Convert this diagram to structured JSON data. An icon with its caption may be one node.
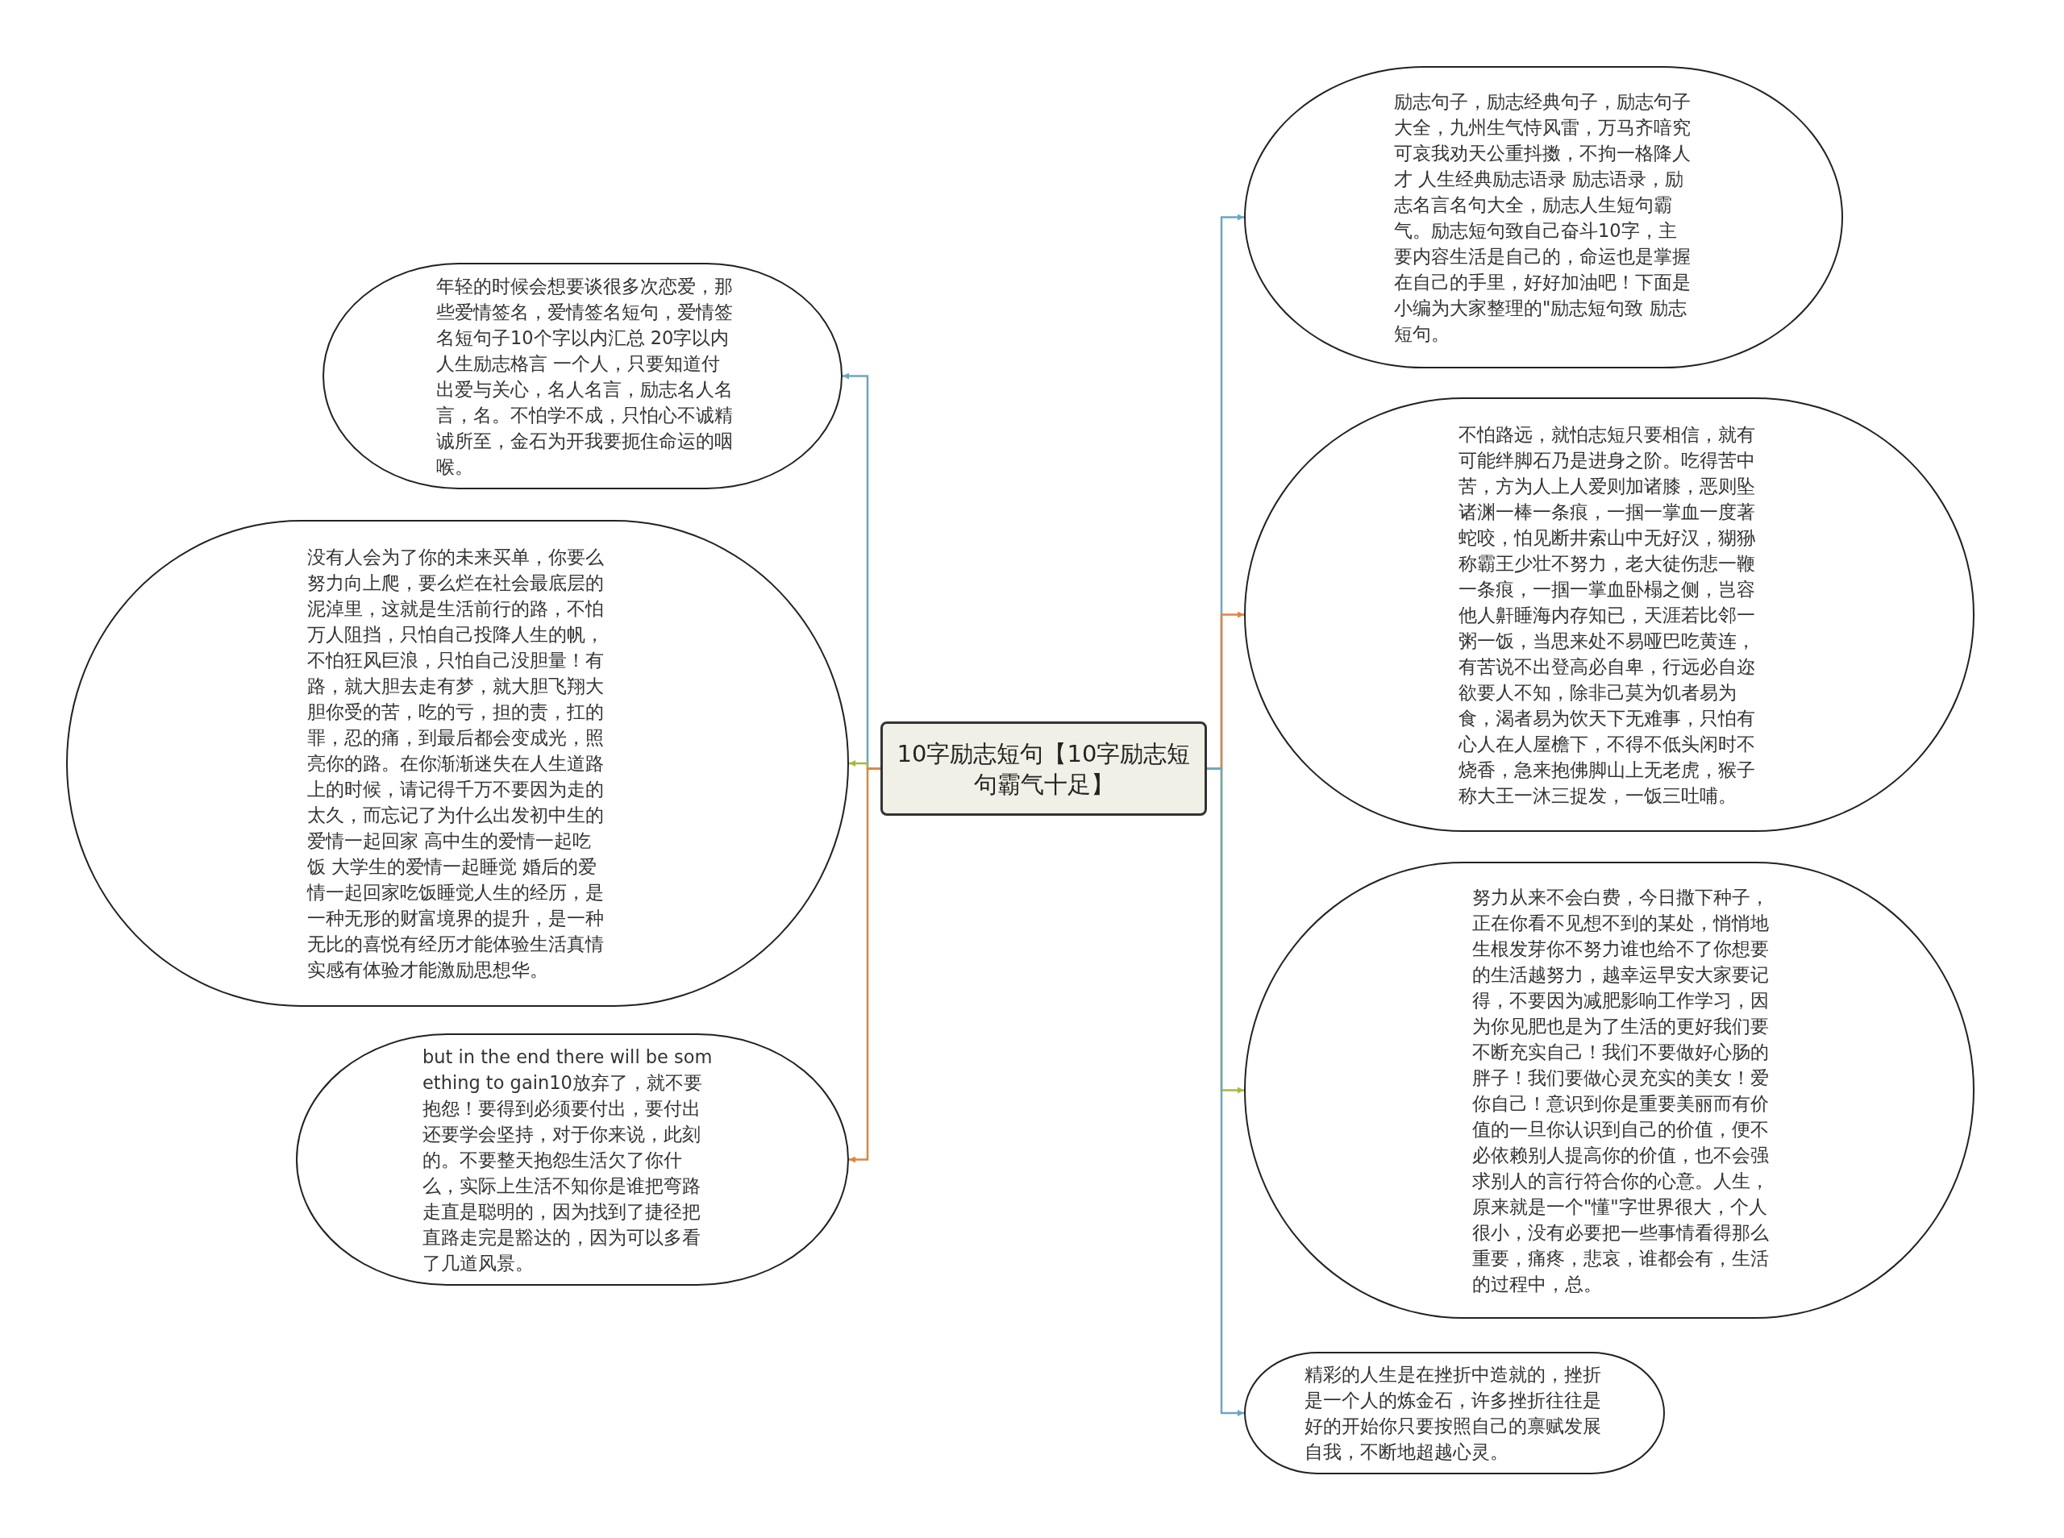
{
  "diagram": {
    "nodes": [
      {
        "text": [
          "10字励志短句【10字励志短句霸气十足】"
        ]
      },
      {
        "text": [
          "年轻的时候会想要谈很多次恋爱，那些爱情签名，爱情签名短句，爱情签名短句子10个字以内汇总 20字以内人生励志格言 一个人，只要知道付出爱与关心，名人名言，励志名人名言，名。不怕学不成，只怕心不诚精诚所至，金石为开我要扼住命运的咽喉。"
        ]
      },
      {
        "text": [
          "没有人会为了你的未来买单，你要么努力向上爬，要么烂在社会最底层的泥淖里，这就是生活前行的路，不怕万人阻挡，只怕自己投降人生的帆，不怕狂风巨浪，只怕自己没胆量！有路，就大胆去走有梦，就大胆飞翔大胆你受的苦，吃的亏，担的责，扛的罪，忍的痛，到最后都会变成光，照亮你的路。在你渐渐迷失在人生道路上的时候，请记得千万不要因为走的太久，而忘记了为什么出发初中生的爱情一起回家 高中生的爱情一起吃饭 大学生的爱情一起睡觉 婚后的爱情一起回家吃饭睡觉人生的经历，是一种无形的财富境界的提升，是一种无比的喜悦有经历才能体验生活真情实感有体验才能激励思想华。"
        ]
      },
      {
        "text": [
          "but in the end there will be something to gain10放弃了，就不要抱怨！要得到必须要付出，要付出还要学会坚持，对于你来说，此刻的。不要整天抱怨生活欠了你什么，实际上生活不知你是谁把弯路走直是聪明的，因为找到了捷径把直路走完是豁达的，因为可以多看了几道风景。"
        ]
      },
      {
        "text": [
          "励志句子，励志经典句子，励志句子大全，九州生气恃风雷，万马齐喑究可哀我劝天公重抖擞，不拘一格降人才 人生经典励志语录 励志语录，励志名言名句大全，励志人生短句霸气。励志短句致自己奋斗10字，主要内容生活是自己的，命运也是掌握在自己的手里，好好加油吧！下面是小编为大家整理的\"励志短句致 励志短句。"
        ]
      },
      {
        "text": [
          "不怕路远，就怕志短只要相信，就有可能绊脚石乃是进身之阶。吃得苦中苦，方为人上人爱则加诸膝，恶则坠诸渊一棒一条痕，一掴一掌血一度著蛇咬，怕见断井索山中无好汉，猢狲称霸王少壮不努力，老大徒伤悲一鞭一条痕，一掴一掌血卧榻之侧，岂容他人鼾睡海内存知已，天涯若比邻一粥一饭，当思来处不易哑巴吃黄连，有苦说不出登高必自卑，行远必自迩欲要人不知，除非己莫为饥者易为食，渴者易为饮天下无难事，只怕有心人在人屋檐下，不得不低头闲时不烧香，急来抱佛脚山上无老虎，猴子称大王一沐三捉发，一饭三吐哺。"
        ]
      },
      {
        "text": [
          "努力从来不会白费，今日撒下种子，正在你看不见想不到的某处，悄悄地生根发芽你不努力谁也给不了你想要的生活越努力，越幸运早安大家要记得，不要因为减肥影响工作学习，因为你见肥也是为了生活的更好我们要不断充实自己！我们不要做好心肠的胖子！我们要做心灵充实的美女！爱你自己！意识到你是重要美丽而有价值的一旦你认识到自己的价值，便不必依赖别人提高你的价值，也不会强求别人的言行符合你的心意。人生，原来就是一个\"懂\"字世界很大，个人很小，没有必要把一些事情看得那么重要，痛疼，悲哀，谁都会有，生活的过程中，总。"
        ]
      },
      {
        "text": [
          "精彩的人生是在挫折中造就的，挫折是一个人的炼金石，许多挫折往往是好的开始你只要按照自己的禀赋发展自我，不断地超越心灵。"
        ]
      }
    ],
    "edges": [
      {
        "from": 0,
        "to": 1,
        "arrow": "to",
        "color": "#6aa6c4"
      },
      {
        "from": 0,
        "to": 2,
        "arrow": "to",
        "color": "#a9b83a"
      },
      {
        "from": 0,
        "to": 3,
        "arrow": "to",
        "color": "#e0843f"
      },
      {
        "from": 0,
        "to": 4,
        "arrow": "to",
        "color": "#6aa6c4"
      },
      {
        "from": 0,
        "to": 5,
        "arrow": "to",
        "color": "#e0843f"
      },
      {
        "from": 0,
        "to": 6,
        "arrow": "to",
        "color": "#a9b83a"
      },
      {
        "from": 0,
        "to": 7,
        "arrow": "to",
        "color": "#6aa6c4"
      }
    ]
  }
}
